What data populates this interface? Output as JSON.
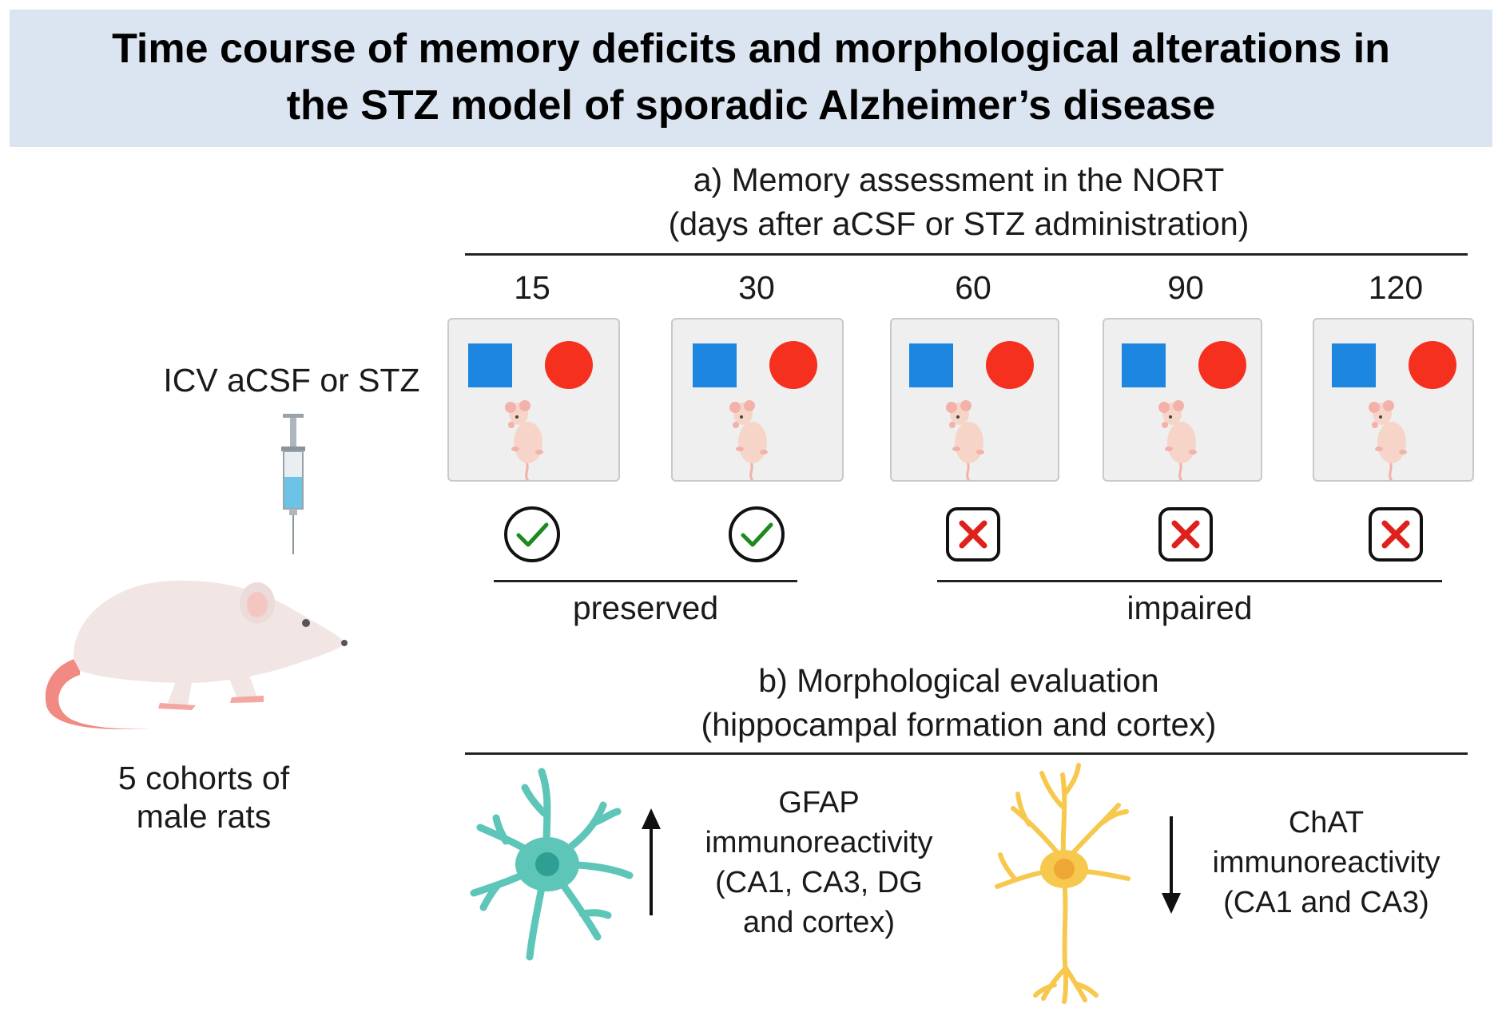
{
  "title": {
    "line1": "Time course of memory deficits and morphological alterations in",
    "line2": "the STZ model of sporadic Alzheimer’s disease"
  },
  "left": {
    "injection_label": "ICV aCSF or STZ",
    "cohort_line1": "5 cohorts of",
    "cohort_line2": "male rats"
  },
  "memory": {
    "heading_line1": "a) Memory assessment in the NORT",
    "heading_line2": "(days after aCSF or STZ administration)",
    "timepoints": [
      {
        "day": "15",
        "result": "check"
      },
      {
        "day": "30",
        "result": "check"
      },
      {
        "day": "60",
        "result": "cross"
      },
      {
        "day": "90",
        "result": "cross"
      },
      {
        "day": "120",
        "result": "cross"
      }
    ],
    "preserved_label": "preserved",
    "impaired_label": "impaired"
  },
  "morph": {
    "heading_line1": "b) Morphological evaluation",
    "heading_line2": "(hippocampal formation and cortex)",
    "gfap": {
      "line1": "GFAP",
      "line2": "immunoreactivity",
      "line3": "(CA1, CA3, DG",
      "line4": "and cortex)",
      "direction": "up"
    },
    "chat": {
      "line1": "ChAT",
      "line2": "immunoreactivity",
      "line3": "(CA1 and CA3)",
      "direction": "down"
    }
  },
  "colors": {
    "title_band": "#dbe5f1",
    "square": "#1c86e0",
    "circle": "#f5301f",
    "check": "#1e8a1e",
    "cross": "#e0201a",
    "astrocyte": "#5dc6b9",
    "neuron": "#f7c84e",
    "rat_body": "#f2e6e4",
    "rat_tail": "#f08a82"
  }
}
